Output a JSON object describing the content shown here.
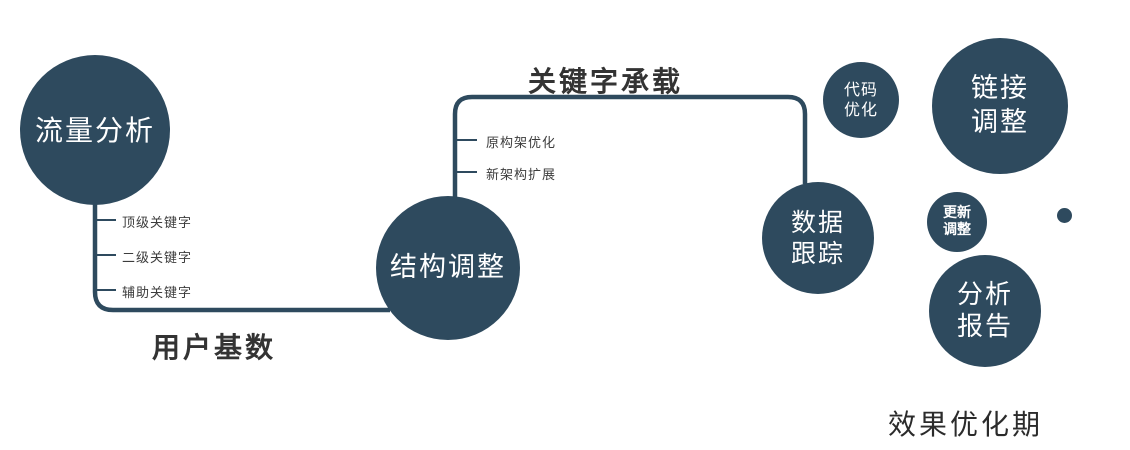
{
  "nodes": {
    "traffic": "流量分析",
    "structure": "结构调整",
    "tracking": "数据\n跟踪",
    "code": "代码\n优化",
    "link": "链接\n调整",
    "update": "更新\n调整",
    "report": "分析\n报告"
  },
  "edge_labels": {
    "user_base": "用户基数",
    "keyword_carry": "关键字承载"
  },
  "ticks": {
    "traffic": [
      "顶级关键字",
      "二级关键字",
      "辅助关键字"
    ],
    "structure": [
      "原构架优化",
      "新架构扩展"
    ]
  },
  "footer": "效果优化期",
  "colors": {
    "node_fill": "#2e4a5e",
    "node_text": "#ffffff",
    "line": "#2e4a5e",
    "label_text": "#333333"
  }
}
